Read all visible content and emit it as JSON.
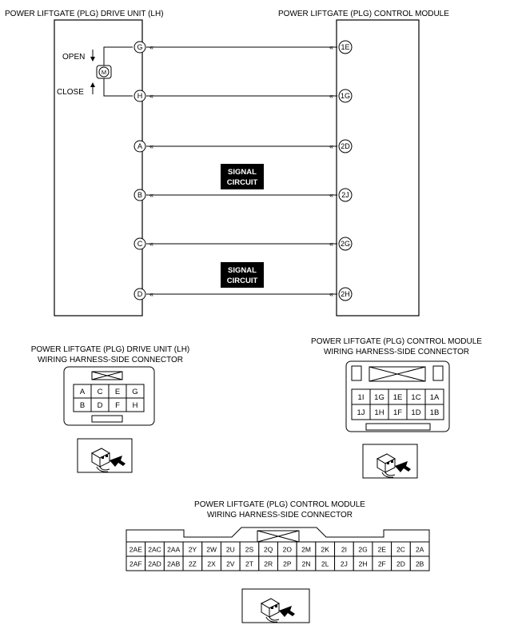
{
  "diagram": {
    "title_drive_unit": "POWER LIFTGATE (PLG) DRIVE UNIT (LH)",
    "title_control_module": "POWER LIFTGATE (PLG) CONTROL MODULE",
    "open_label": "OPEN",
    "close_label": "CLOSE",
    "motor_label": "M",
    "signal_line1": "SIGNAL",
    "signal_line2": "CIRCUIT",
    "wires": [
      {
        "left": "G",
        "right": "1E"
      },
      {
        "left": "H",
        "right": "1G"
      },
      {
        "left": "A",
        "right": "2D"
      },
      {
        "left": "B",
        "right": "2J"
      },
      {
        "left": "C",
        "right": "2G"
      },
      {
        "left": "D",
        "right": "2H"
      }
    ]
  },
  "connector_drive": {
    "title_line1": "POWER LIFTGATE (PLG) DRIVE UNIT (LH)",
    "title_line2": "WIRING HARNESS-SIDE CONNECTOR",
    "rows": [
      [
        "A",
        "C",
        "E",
        "G"
      ],
      [
        "B",
        "D",
        "F",
        "H"
      ]
    ]
  },
  "connector_module1": {
    "title_line1": "POWER LIFTGATE (PLG) CONTROL MODULE",
    "title_line2": "WIRING HARNESS-SIDE CONNECTOR",
    "rows": [
      [
        "1I",
        "1G",
        "1E",
        "1C",
        "1A"
      ],
      [
        "1J",
        "1H",
        "1F",
        "1D",
        "1B"
      ]
    ]
  },
  "connector_module2": {
    "title_line1": "POWER LIFTGATE (PLG) CONTROL MODULE",
    "title_line2": "WIRING HARNESS-SIDE CONNECTOR",
    "rows": [
      [
        "2AE",
        "2AC",
        "2AA",
        "2Y",
        "2W",
        "2U",
        "2S",
        "2Q",
        "2O",
        "2M",
        "2K",
        "2I",
        "2G",
        "2E",
        "2C",
        "2A"
      ],
      [
        "2AF",
        "2AD",
        "2AB",
        "2Z",
        "2X",
        "2V",
        "2T",
        "2R",
        "2P",
        "2N",
        "2L",
        "2J",
        "2H",
        "2F",
        "2D",
        "2B"
      ]
    ]
  }
}
